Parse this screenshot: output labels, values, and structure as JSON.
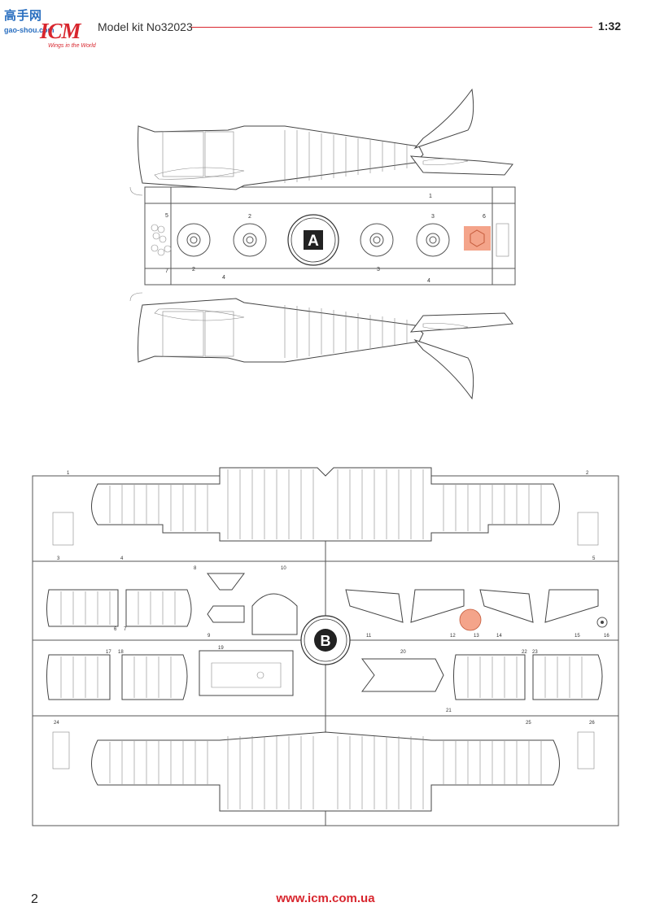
{
  "header": {
    "watermark": "高手网",
    "watermark_url": "gao-shou.com",
    "brand": "ICM",
    "brand_tagline": "Wings in the World",
    "kit_label": "Model kit No32023",
    "scale": "1:32"
  },
  "sprue_a": {
    "letter": "A",
    "part_numbers": [
      "1",
      "2",
      "3",
      "4",
      "5",
      "6",
      "7",
      "2",
      "3",
      "4"
    ]
  },
  "sprue_b": {
    "letter": "B",
    "part_numbers": [
      "1",
      "2",
      "3",
      "4",
      "5",
      "6",
      "7",
      "8",
      "9",
      "10",
      "11",
      "12",
      "13",
      "14",
      "15",
      "16",
      "17",
      "18",
      "19",
      "20",
      "21",
      "22",
      "23",
      "24",
      "25",
      "26"
    ]
  },
  "highlight_color": "#f4a48a",
  "footer": {
    "page_number": "2",
    "website": "www.icm.com.ua"
  }
}
